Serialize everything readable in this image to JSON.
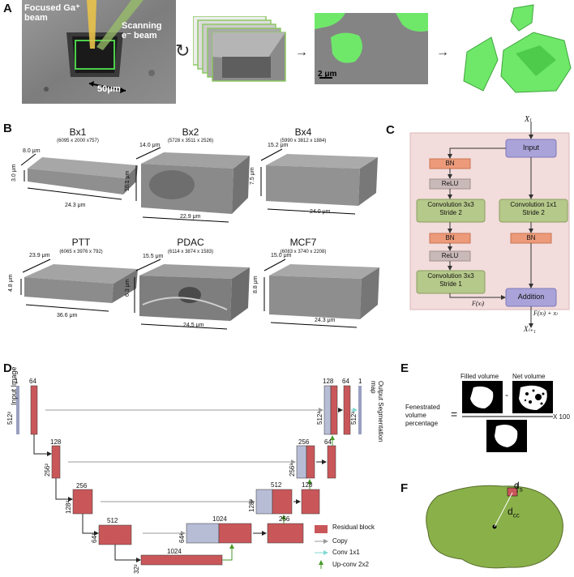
{
  "panel_a": {
    "letter": "A",
    "ga_beam": "Focused Ga⁺ beam",
    "e_beam": "Scanning e⁻ beam",
    "scale": "50μm",
    "scale_small": "2 μm",
    "colors": {
      "segmentation": "#5ee05a"
    }
  },
  "panel_b": {
    "letter": "B",
    "samples": [
      {
        "name": "Bx1",
        "dims": "(6095 x 2000 x757)",
        "depth": "8.0 μm",
        "height": "3.0 μm",
        "width": "24.3 μm"
      },
      {
        "name": "Bx2",
        "dims": "(5728 x 3511 x 2526)",
        "depth": "14.0 μm",
        "height": "10.1 μm",
        "width": "22.9 μm"
      },
      {
        "name": "Bx4",
        "dims": "(5990 x 3812 x 1884)",
        "depth": "15.2 μm",
        "height": "7.5 μm",
        "width": "24.0 μm"
      },
      {
        "name": "PTT",
        "dims": "(6065 x 3976 x 792)",
        "depth": "23.9 μm",
        "height": "4.8 μm",
        "width": "36.6 μm"
      },
      {
        "name": "PDAC",
        "dims": "(6114 x 3874 x 1583)",
        "depth": "15.5 μm",
        "height": "6.3 μm",
        "width": "24.5 μm"
      },
      {
        "name": "MCF7",
        "dims": "(6083 x 3740 x 2208)",
        "depth": "15.0 μm",
        "height": "8.8 μm",
        "width": "24.3 μm"
      }
    ]
  },
  "panel_c": {
    "letter": "C",
    "x_in": "Xₗ",
    "x_out": "Xₗ₊₁",
    "input": "Input",
    "bn": "BN",
    "relu": "ReLU",
    "conv33_s2": [
      "Convolution 3x3",
      "Stride 2"
    ],
    "conv11_s2": [
      "Convolution 1x1",
      "Stride 2"
    ],
    "conv33_s1": [
      "Convolution 3x3",
      "Stride 1"
    ],
    "addition": "Addition",
    "fx": "F(xₗ)",
    "fx_plus": "F(xₗ) + xₗ",
    "colors": {
      "bg": "#f3dcdc",
      "input": "#a9a3d9",
      "bn": "#ec9a7a",
      "relu": "#c9b9b9",
      "conv": "#b5c98a"
    }
  },
  "panel_d": {
    "letter": "D",
    "input_image": "Input Image",
    "output_map": "Output Segmentation map",
    "chan_1": "1",
    "chan_64": "64",
    "chan_128": "128",
    "chan_256": "256",
    "chan_512": "512",
    "chan_1024": "1024",
    "res_512": "512²",
    "res_256": "256²",
    "res_128": "128²",
    "res_64": "64²",
    "res_32": "32²",
    "legend": {
      "residual": "Residual block",
      "copy": "Copy",
      "conv1x1": "Conv 1x1",
      "upconv": "Up-conv 2x2"
    },
    "colors": {
      "block": "#c9575a",
      "copy": "#b8bdd6",
      "arrow_copy": "#999999",
      "arrow_conv": "#7fd9d0",
      "arrow_up": "#4a9a2a"
    }
  },
  "panel_e": {
    "letter": "E",
    "label": [
      "Fenestrated",
      "volume",
      "percentage"
    ],
    "filled": "Filled volume",
    "net": "Net volume",
    "equals": "=",
    "minus": "-",
    "times": "X 100"
  },
  "panel_f": {
    "letter": "F",
    "ds": "d",
    "ds_sub": "s",
    "dcc": "d",
    "dcc_sub": "cc",
    "colors": {
      "cell": "#8ab04a"
    }
  }
}
